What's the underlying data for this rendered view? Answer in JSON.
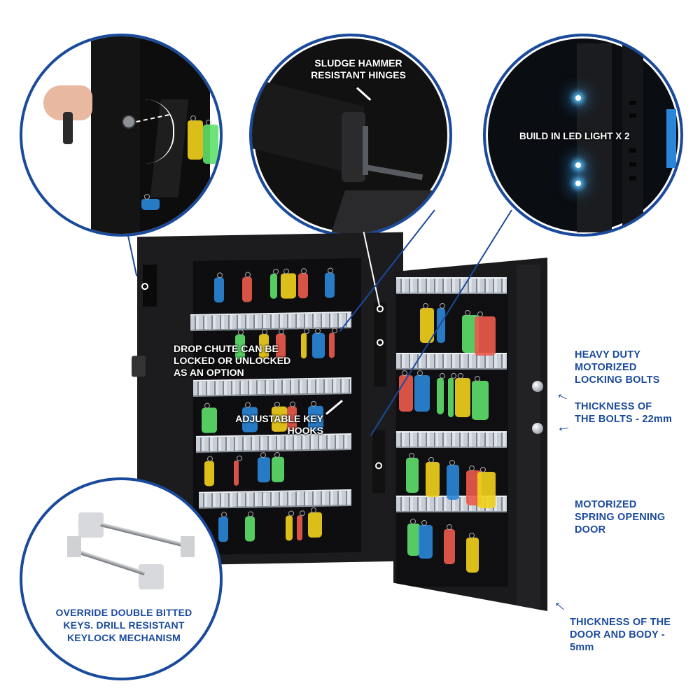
{
  "colors": {
    "accent_blue": "#1a4a9c",
    "safe_body": "#1c1c1e",
    "background": "#ffffff",
    "tag_yellow": "#f2d21b",
    "tag_blue": "#2a86d8",
    "tag_green": "#5ee06a",
    "tag_red": "#ec5b4c",
    "led_glow": "#5cc7ff"
  },
  "callouts": {
    "hinges": {
      "line1": "SLUDGE HAMMER",
      "line2": "RESISTANT HINGES"
    },
    "led": {
      "text": "BUILD IN LED LIGHT X 2"
    },
    "drop_chute": {
      "line1": "DROP CHUTE CAN BE",
      "line2": "LOCKED OR UNLOCKED",
      "line3": "AS AN OPTION"
    },
    "key_hooks": {
      "line1": "ADJUSTABLE KEY",
      "line2": "HOOKS"
    },
    "locking_bolts": {
      "line1": "HEAVY DUTY",
      "line2": "MOTORIZED",
      "line3": "LOCKING BOLTS"
    },
    "bolt_thickness": {
      "line1": "THICKNESS OF",
      "line2": "THE BOLTS - 22mm"
    },
    "spring_door": {
      "line1": "MOTORIZED",
      "line2": "SPRING OPENING",
      "line3": "DOOR"
    },
    "body_thickness": {
      "line1": "THICKNESS OF THE",
      "line2": "DOOR AND BODY -",
      "line3": "5mm"
    },
    "override_keys": {
      "line1": "OVERRIDE DOUBLE BITTED",
      "line2": "KEYS. DRILL RESISTANT",
      "line3": "KEYLOCK MECHANISM"
    }
  },
  "icons": {
    "arrow": "arrow-icon",
    "led": "led-light-icon",
    "key": "key-icon"
  }
}
